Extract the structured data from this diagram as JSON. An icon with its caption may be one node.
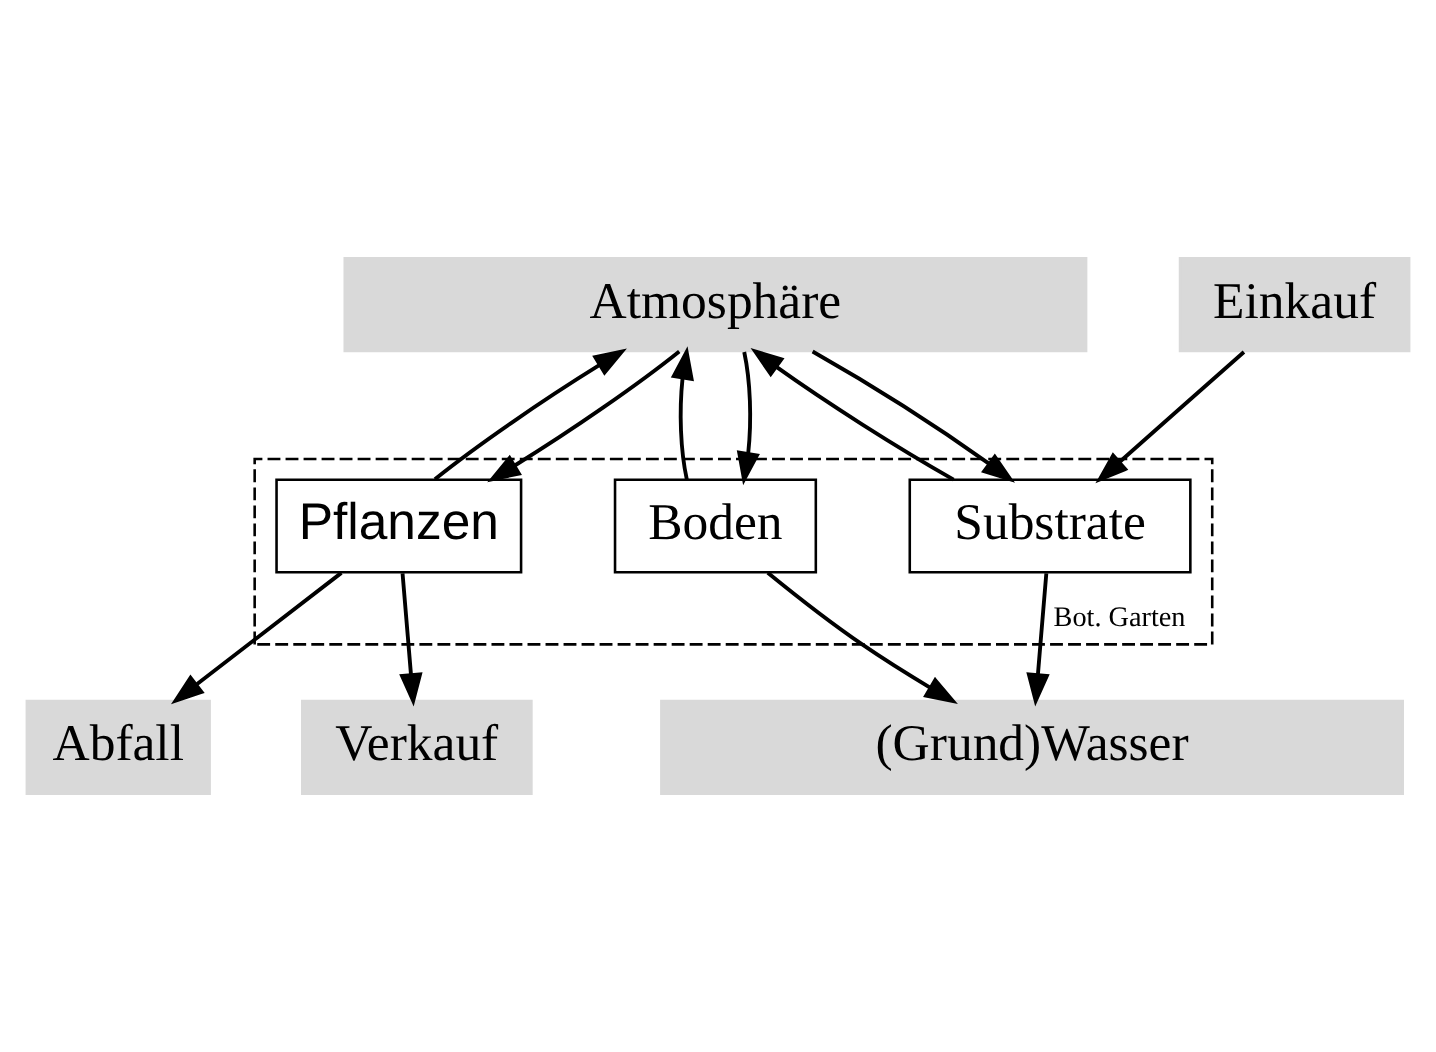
{
  "diagram": {
    "nodes": [
      {
        "text": [
          "Atmosphäre"
        ]
      },
      {
        "text": [
          "Einkauf"
        ]
      },
      {
        "text": [
          "Abfall"
        ]
      },
      {
        "text": [
          "Verkauf"
        ]
      },
      {
        "text": [
          "(Grund)Wasser"
        ]
      },
      {
        "text": [
          "Bot. Garten"
        ]
      },
      {
        "text": [
          "Substrate"
        ],
        "in": 5
      },
      {
        "text": [
          "Pflanzen"
        ],
        "in": 5
      },
      {
        "text": [
          "Boden"
        ],
        "in": 5
      }
    ],
    "edges": [
      {
        "from": 0,
        "to": 6,
        "arrow": "to"
      },
      {
        "from": 6,
        "to": 0,
        "arrow": "to"
      },
      {
        "from": 0,
        "to": 7,
        "arrow": "to"
      },
      {
        "from": 7,
        "to": 0,
        "arrow": "to"
      },
      {
        "from": 0,
        "to": 8,
        "arrow": "to"
      },
      {
        "from": 8,
        "to": 0,
        "arrow": "to"
      },
      {
        "from": 1,
        "to": 6,
        "arrow": "to"
      },
      {
        "from": 7,
        "to": 2,
        "arrow": "to"
      },
      {
        "from": 7,
        "to": 3,
        "arrow": "to"
      },
      {
        "from": 6,
        "to": 4,
        "arrow": "to"
      },
      {
        "from": 8,
        "to": 4,
        "arrow": "to"
      }
    ]
  }
}
